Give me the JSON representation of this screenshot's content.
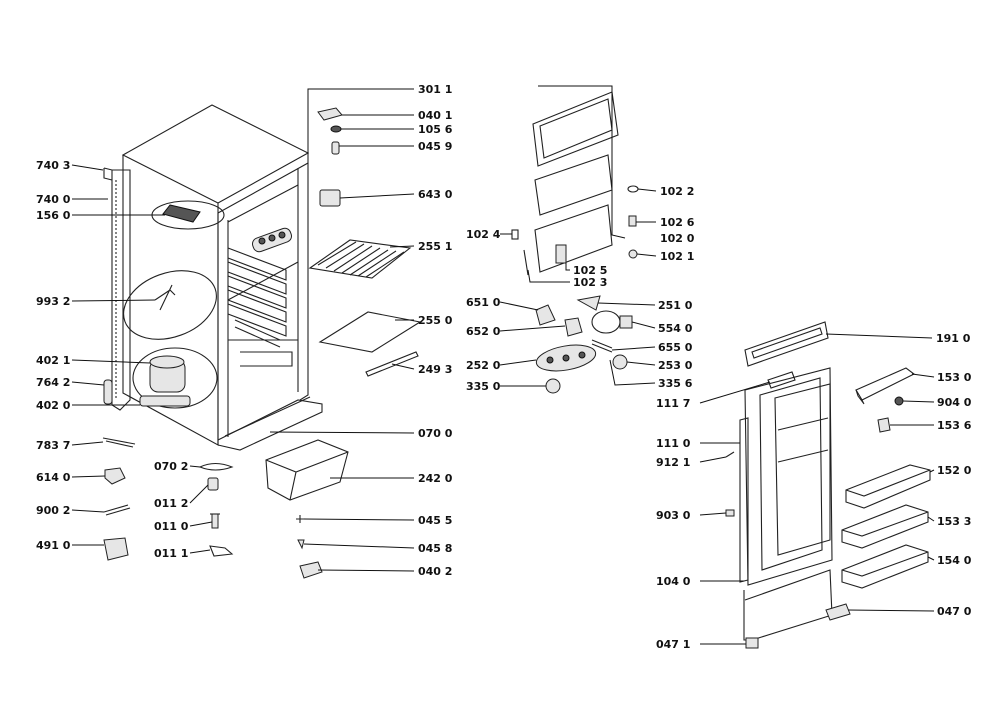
{
  "parts": [
    {
      "id": "p-3011",
      "num": "301 1"
    },
    {
      "id": "p-0401",
      "num": "040 1"
    },
    {
      "id": "p-1056",
      "num": "105 6"
    },
    {
      "id": "p-0459",
      "num": "045 9"
    },
    {
      "id": "p-6430",
      "num": "643 0"
    },
    {
      "id": "p-2551",
      "num": "255 1"
    },
    {
      "id": "p-2550",
      "num": "255 0"
    },
    {
      "id": "p-2493",
      "num": "249 3"
    },
    {
      "id": "p-0700",
      "num": "070 0"
    },
    {
      "id": "p-2420",
      "num": "242 0"
    },
    {
      "id": "p-0455",
      "num": "045 5"
    },
    {
      "id": "p-0458",
      "num": "045 8"
    },
    {
      "id": "p-0402",
      "num": "040 2"
    },
    {
      "id": "p-7403",
      "num": "740 3"
    },
    {
      "id": "p-7400",
      "num": "740 0"
    },
    {
      "id": "p-1560",
      "num": "156 0"
    },
    {
      "id": "p-9932",
      "num": "993 2"
    },
    {
      "id": "p-4021",
      "num": "402 1"
    },
    {
      "id": "p-7642",
      "num": "764 2"
    },
    {
      "id": "p-4020",
      "num": "402 0"
    },
    {
      "id": "p-7837",
      "num": "783 7"
    },
    {
      "id": "p-6140",
      "num": "614 0"
    },
    {
      "id": "p-9002",
      "num": "900 2"
    },
    {
      "id": "p-4910",
      "num": "491 0"
    },
    {
      "id": "p-0702",
      "num": "070 2"
    },
    {
      "id": "p-0112",
      "num": "011 2"
    },
    {
      "id": "p-0110",
      "num": "011 0"
    },
    {
      "id": "p-0111",
      "num": "011 1"
    },
    {
      "id": "p-1022",
      "num": "102 2"
    },
    {
      "id": "p-1026",
      "num": "102 6"
    },
    {
      "id": "p-1020",
      "num": "102 0"
    },
    {
      "id": "p-1021",
      "num": "102 1"
    },
    {
      "id": "p-1024",
      "num": "102 4"
    },
    {
      "id": "p-1025",
      "num": "102 5"
    },
    {
      "id": "p-1023",
      "num": "102 3"
    },
    {
      "id": "p-6510",
      "num": "651 0"
    },
    {
      "id": "p-6520",
      "num": "652 0"
    },
    {
      "id": "p-2520",
      "num": "252 0"
    },
    {
      "id": "p-3350",
      "num": "335 0"
    },
    {
      "id": "p-2510",
      "num": "251 0"
    },
    {
      "id": "p-5540",
      "num": "554 0"
    },
    {
      "id": "p-6550",
      "num": "655 0"
    },
    {
      "id": "p-2530",
      "num": "253 0"
    },
    {
      "id": "p-3356",
      "num": "335 6"
    },
    {
      "id": "p-1910",
      "num": "191 0"
    },
    {
      "id": "p-1117",
      "num": "111 7"
    },
    {
      "id": "p-1110",
      "num": "111 0"
    },
    {
      "id": "p-9121",
      "num": "912 1"
    },
    {
      "id": "p-9030",
      "num": "903 0"
    },
    {
      "id": "p-1040",
      "num": "104 0"
    },
    {
      "id": "p-0471",
      "num": "047 1"
    },
    {
      "id": "p-1530",
      "num": "153 0"
    },
    {
      "id": "p-9040",
      "num": "904 0"
    },
    {
      "id": "p-1536",
      "num": "153 6"
    },
    {
      "id": "p-1520",
      "num": "152 0"
    },
    {
      "id": "p-1533",
      "num": "153 3"
    },
    {
      "id": "p-1540",
      "num": "154 0"
    },
    {
      "id": "p-0470",
      "num": "047 0"
    }
  ]
}
